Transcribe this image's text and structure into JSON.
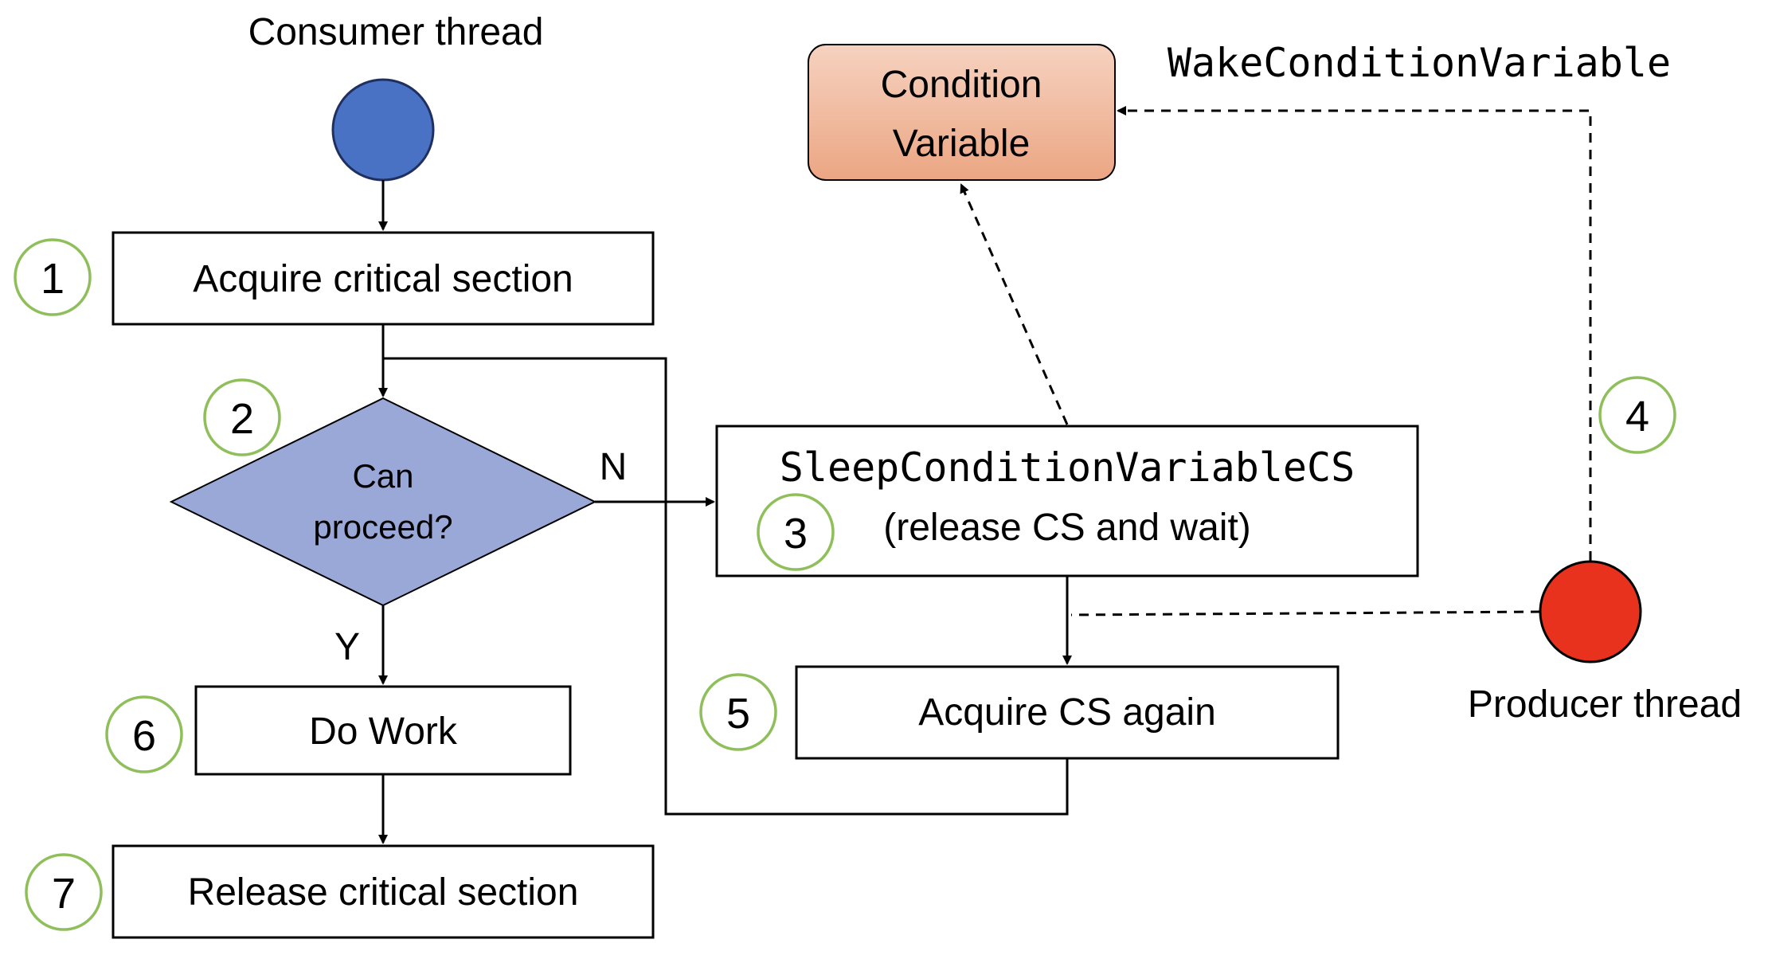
{
  "consumer": {
    "title": "Consumer thread",
    "start_color": "#4a72c4"
  },
  "producer": {
    "title": "Producer thread",
    "node_color": "#e8321e"
  },
  "condition_variable": {
    "line1": "Condition",
    "line2": "Variable",
    "fill_top": "#f6d2c0",
    "fill_bottom": "#eba683"
  },
  "wake_call": "WakeConditionVariable",
  "nodes": {
    "acquire": "Acquire critical section",
    "decision_line1": "Can",
    "decision_line2": "proceed?",
    "decision_color": "#9aa8d8",
    "sleep_line1": "SleepConditionVariableCS",
    "sleep_line2": "(release CS and wait)",
    "acquire_again": "Acquire CS again",
    "do_work": "Do Work",
    "release": "Release critical section"
  },
  "branches": {
    "no": "N",
    "yes": "Y"
  },
  "steps": {
    "s1": "1",
    "s2": "2",
    "s3": "3",
    "s4": "4",
    "s5": "5",
    "s6": "6",
    "s7": "7"
  },
  "step_ring_color": "#8fbf5a"
}
